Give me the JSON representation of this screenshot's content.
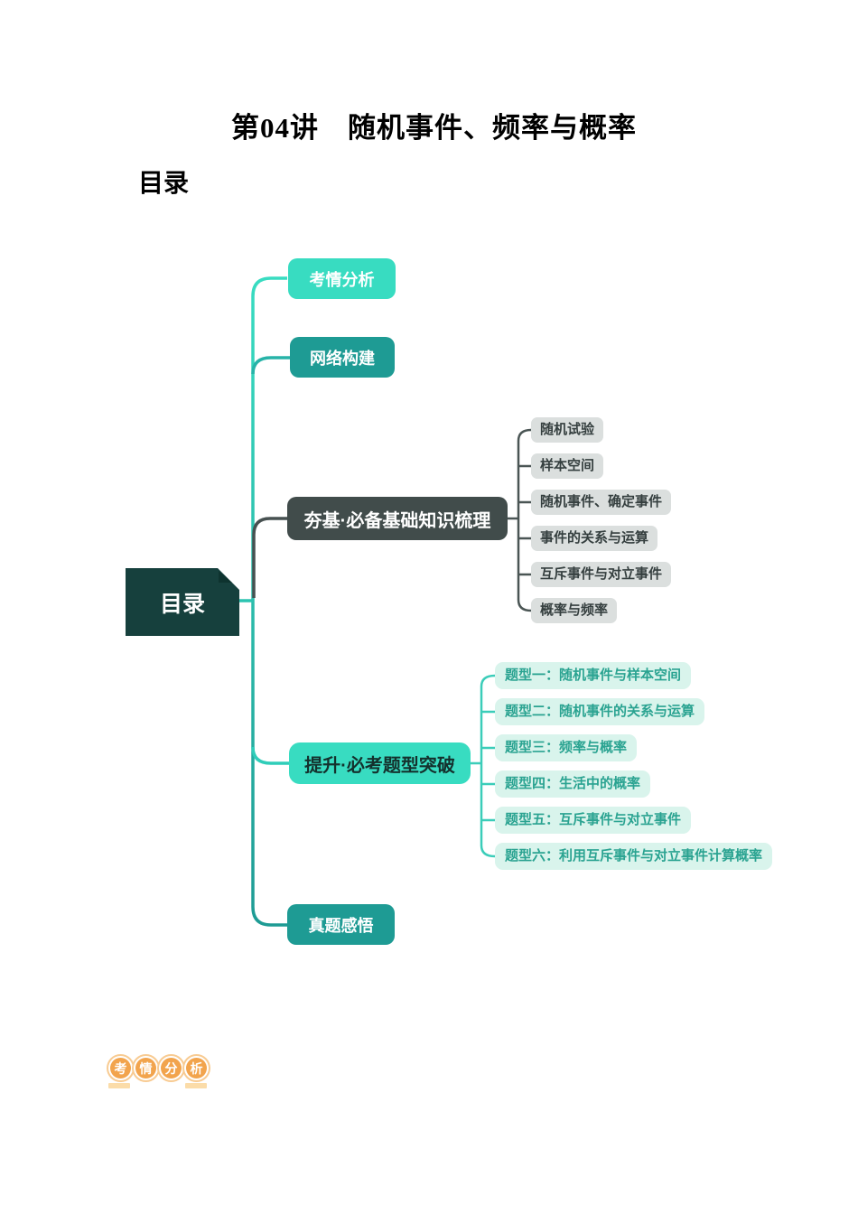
{
  "page": {
    "title": "第04讲　随机事件、频率与概率",
    "toc_heading": "目录"
  },
  "mindmap": {
    "center_label": "目录",
    "branches": [
      {
        "label": "考情分析"
      },
      {
        "label": "网络构建"
      },
      {
        "label": "夯基·必备基础知识梳理",
        "children": [
          "随机试验",
          "样本空间",
          "随机事件、确定事件",
          "事件的关系与运算",
          "互斥事件与对立事件",
          "概率与频率"
        ]
      },
      {
        "label": "提升·必考题型突破",
        "children": [
          "题型一：随机事件与样本空间",
          "题型二：随机事件的关系与运算",
          "题型三：频率与概率",
          "题型四：生活中的概率",
          "题型五：互斥事件与对立事件",
          "题型六：利用互斥事件与对立事件计算概率"
        ]
      },
      {
        "label": "真题感悟"
      }
    ]
  },
  "footer_badge": {
    "chars": [
      "考",
      "情",
      "分",
      "析"
    ]
  },
  "colors": {
    "bright_teal": "#38DCC1",
    "teal": "#1E9B94",
    "charcoal": "#414C4B",
    "center_dark": "#16403D",
    "dark_line": "#475151",
    "gray_child_bg": "#DBDFDE",
    "gray_child_text": "#353F3F",
    "mint_child_bg": "#D9F4EC",
    "mint_child_text": "#2AA391",
    "orange": "#F2A44D"
  }
}
